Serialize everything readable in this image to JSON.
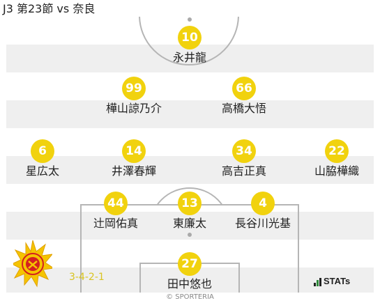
{
  "title": "J3 第23節 vs 奈良",
  "formation": "3-4-2-1",
  "stats_logo": "STATs",
  "copyright": "© SPORTERIA",
  "colors": {
    "badge": "#f1d20e",
    "stripe": "#efefef",
    "line": "#b5b5b5",
    "formation": "#d9c420"
  },
  "players": {
    "fw": {
      "number": "10",
      "name": "永井龍"
    },
    "am_left": {
      "number": "99",
      "name": "樺山諒乃介"
    },
    "am_right": {
      "number": "66",
      "name": "高橋大悟"
    },
    "mf1": {
      "number": "6",
      "name": "星広太"
    },
    "mf2": {
      "number": "14",
      "name": "井澤春輝"
    },
    "mf3": {
      "number": "34",
      "name": "高吉正真"
    },
    "mf4": {
      "number": "22",
      "name": "山脇樺織"
    },
    "df1": {
      "number": "44",
      "name": "辻岡佑真"
    },
    "df2": {
      "number": "13",
      "name": "東廉太"
    },
    "df3": {
      "number": "4",
      "name": "長谷川光基"
    },
    "gk": {
      "number": "27",
      "name": "田中悠也"
    }
  }
}
